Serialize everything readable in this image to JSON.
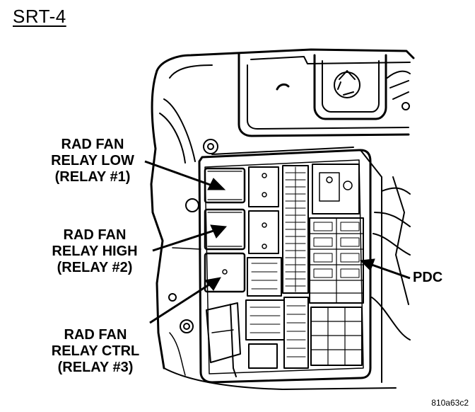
{
  "title": "SRT-4",
  "labels": {
    "relay1": [
      "RAD FAN",
      "RELAY LOW",
      "(RELAY #1)"
    ],
    "relay2": [
      "RAD FAN",
      "RELAY HIGH",
      "(RELAY #2)"
    ],
    "relay3": [
      "RAD FAN",
      "RELAY CTRL",
      "(RELAY #3)"
    ],
    "pdc": "PDC"
  },
  "figure_id": "810a63c2"
}
